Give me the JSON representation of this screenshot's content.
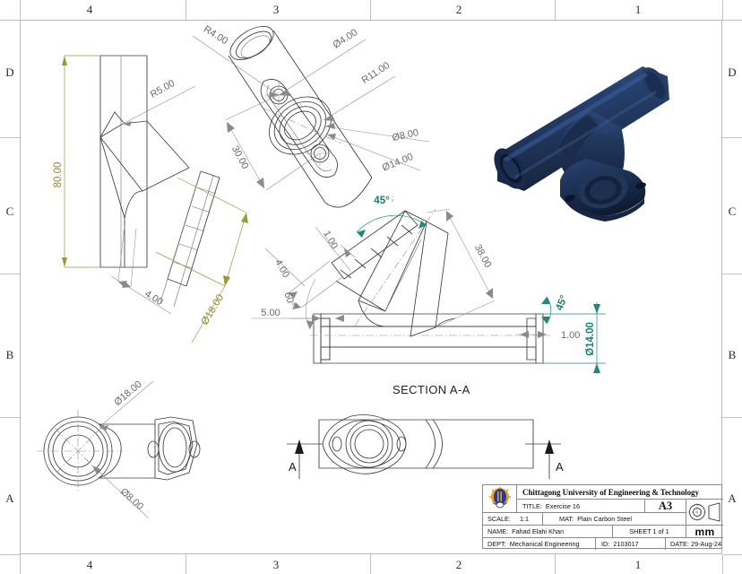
{
  "sheet": {
    "zones_top": [
      "4",
      "3",
      "2",
      "1"
    ],
    "zones_bottom": [
      "4",
      "3",
      "2",
      "1"
    ],
    "rows_left": [
      "D",
      "C",
      "B",
      "A"
    ],
    "rows_right": [
      "D",
      "C",
      "B",
      "A"
    ]
  },
  "colors": {
    "line": "#3b3b3b",
    "dimension": "#8a8a8a",
    "olive": "#8d8d2e",
    "teal": "#18806e",
    "model_blue": "#1e3459",
    "logo_blue": "#2b3a8f",
    "logo_gold": "#e0a32a"
  },
  "views": {
    "iso_left": {
      "name": "isometric-left-view",
      "dims": [
        {
          "label": "80.00",
          "color": "olive"
        },
        {
          "label": "R5.00",
          "color": "grey"
        },
        {
          "label": "4.00",
          "color": "grey"
        },
        {
          "label": "Ø18.00",
          "color": "olive"
        }
      ]
    },
    "iso_top": {
      "name": "isometric-top-view",
      "dims": [
        {
          "label": "R4.00",
          "color": "grey"
        },
        {
          "label": "Ø4.00",
          "color": "grey"
        },
        {
          "label": "R11.00",
          "color": "grey"
        },
        {
          "label": "30.00",
          "color": "grey"
        },
        {
          "label": "Ø8.00",
          "color": "grey"
        },
        {
          "label": "Ø14.00",
          "color": "grey"
        }
      ]
    },
    "section": {
      "name": "section-a-a",
      "title": "SECTION A-A",
      "dims": [
        {
          "label": "45°",
          "color": "teal"
        },
        {
          "label": "4.00",
          "color": "grey"
        },
        {
          "label": "1.00",
          "color": "grey"
        },
        {
          "label": "60°",
          "color": "grey"
        },
        {
          "label": "38.00",
          "color": "grey"
        },
        {
          "label": "5.00",
          "color": "grey"
        },
        {
          "label": "45°",
          "color": "teal"
        },
        {
          "label": "1.00",
          "color": "grey"
        },
        {
          "label": "Ø14.00",
          "color": "teal"
        }
      ]
    },
    "bottom_left": {
      "name": "bottom-left-view",
      "dims": [
        {
          "label": "Ø18.00",
          "color": "grey"
        },
        {
          "label": "Ø8.00",
          "color": "grey"
        }
      ]
    },
    "front": {
      "name": "front-view",
      "cut_marks": [
        "A",
        "A"
      ]
    },
    "model": {
      "name": "3d-model-render",
      "description": "tee-pipe-with-flange"
    }
  },
  "dim_labels": {
    "d_80": "80.00",
    "d_r5": "R5.00",
    "d_4": "4.00",
    "d_dia18": "Ø18.00",
    "d_r4": "R4.00",
    "d_dia4": "Ø4.00",
    "d_r11": "R11.00",
    "d_30": "30.00",
    "d_dia8": "Ø8.00",
    "d_dia14": "Ø14.00",
    "d_45a": "45°",
    "d_4b": "4.00",
    "d_1a": "1.00",
    "d_60": "60°",
    "d_38": "38.00",
    "d_5": "5.00",
    "d_45b": "45°",
    "d_1b": "1.00",
    "d_dia14b": "Ø14.00",
    "d_dia18b": "Ø18.00",
    "d_dia8b": "Ø8.00",
    "section_title": "SECTION A-A",
    "cut_a_left": "A",
    "cut_a_right": "A"
  },
  "title_block": {
    "university": "Chittagong University of Engineering & Technology",
    "title_key": "TITLE:",
    "title_value": "Exercise 16",
    "size": "A3",
    "scale_key": "SCALE:",
    "scale_value": "1:1",
    "mat_key": "MAT:",
    "mat_value": "Plain Carbon Steel",
    "name_key": "NAME:",
    "name_value": "Fahad Elahi Khan",
    "sheet_value": "SHEET 1 of 1",
    "units": "mm",
    "dept_key": "DEPT:",
    "dept_value": "Mechanical Engineering",
    "id_key": "ID:",
    "id_value": "2103017",
    "date_key": "DATE:",
    "date_value": "29-Aug-24",
    "projection_symbol": "first-angle-projection"
  }
}
